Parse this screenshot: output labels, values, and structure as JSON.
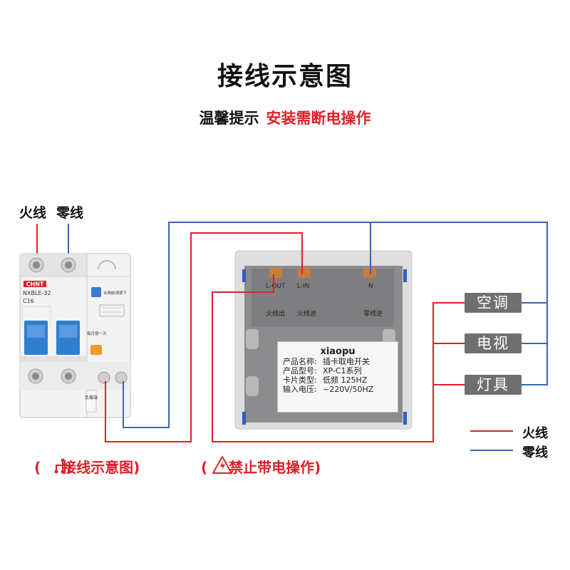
{
  "title": "接线示意图",
  "subtitle": {
    "tip": "温馨提示",
    "warning": "安装需断电操作"
  },
  "breaker": {
    "brand": "CHNT",
    "model": "NXBLE-32",
    "rating": "C16",
    "push_label": "合闸前请按下",
    "test_label": "每月按一次",
    "load_label": "负载端",
    "hot_label": "火线",
    "neutral_label": "零线"
  },
  "switch": {
    "terminals": [
      "L-OUT",
      "L-IN",
      "N"
    ],
    "terminal_labels": [
      "火线出",
      "火线进",
      "零线进"
    ],
    "brand": "xiaopu",
    "specs": [
      {
        "key": "产品名称:",
        "value": "插卡取电开关"
      },
      {
        "key": "产品型号:",
        "value": "XP-C1系列"
      },
      {
        "key": "卡片类型:",
        "value": "低频 125HZ"
      },
      {
        "key": "输入电压:",
        "value": "~220V/50HZ"
      }
    ]
  },
  "loads": [
    "空调",
    "电视",
    "灯具"
  ],
  "legend": [
    {
      "label": "火线",
      "color": "#e0202a"
    },
    {
      "label": "零线",
      "color": "#3b67b0"
    }
  ],
  "bottom": {
    "left": "接线示意图",
    "right": "禁止带电操作",
    "left_icon": "wiring-icon",
    "right_icon": "warning-triangle-icon"
  },
  "colors": {
    "live": "#e0202a",
    "neutral": "#3b67b0",
    "load_box": "#6f6f70"
  }
}
